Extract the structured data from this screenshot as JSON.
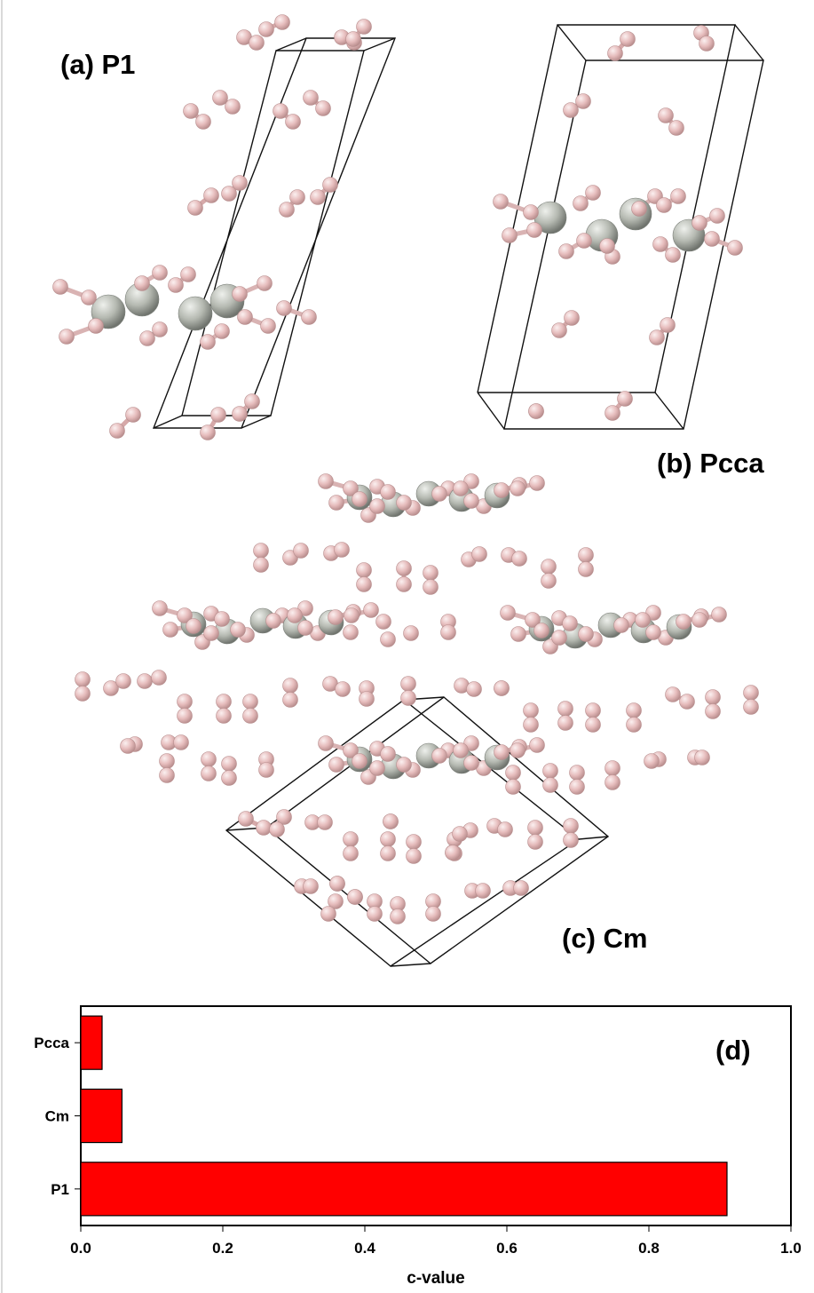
{
  "panels": {
    "a": {
      "label": "(a) P1"
    },
    "b": {
      "label": "(b) Pcca"
    },
    "c": {
      "label": "(c) Cm"
    },
    "d": {
      "label": "(d)"
    }
  },
  "colors": {
    "hydrogen": "#e9c3c3",
    "hydrogen_edge": "#b88f8f",
    "metal": "#b9bdb5",
    "metal_edge": "#7c807a",
    "bar_fill": "#ff0000",
    "cell_edge": "#111111"
  },
  "chart_data": {
    "type": "bar",
    "orientation": "horizontal",
    "categories": [
      "P1",
      "Cm",
      "Pcca"
    ],
    "values": [
      0.91,
      0.058,
      0.03
    ],
    "xlabel": "c-value",
    "ylabel": "",
    "xlim": [
      0,
      1.0
    ],
    "xticks": [
      "0.0",
      "0.2",
      "0.4",
      "0.6",
      "0.8",
      "1.0"
    ],
    "bar_color": "#ff0000",
    "grid": false,
    "legend": "none"
  }
}
